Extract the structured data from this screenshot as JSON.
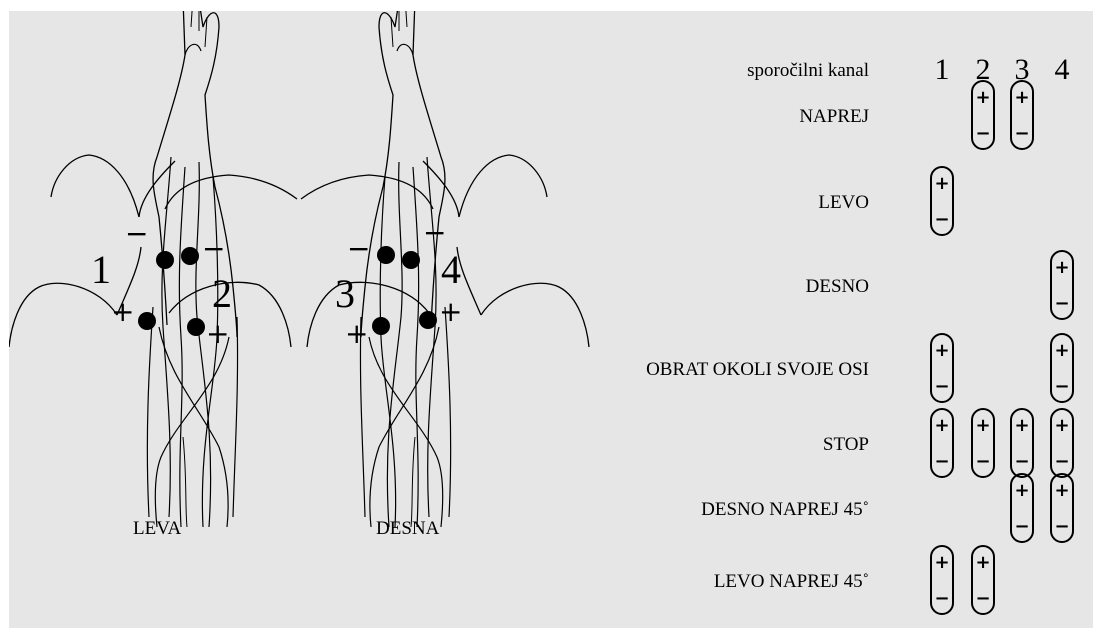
{
  "arms": [
    {
      "id": "leva",
      "label": "LEVA",
      "channels": [
        "1",
        "2"
      ]
    },
    {
      "id": "desna",
      "label": "DESNA",
      "channels": [
        "3",
        "4"
      ]
    }
  ],
  "table": {
    "header_label": "sporočilni kanal",
    "channels": [
      "1",
      "2",
      "3",
      "4"
    ],
    "rows": [
      {
        "label": "NAPREJ",
        "active": [
          false,
          true,
          true,
          false
        ]
      },
      {
        "label": "LEVO",
        "active": [
          true,
          false,
          false,
          false
        ]
      },
      {
        "label": "DESNO",
        "active": [
          false,
          false,
          false,
          true
        ]
      },
      {
        "label": "OBRAT OKOLI SVOJE OSI",
        "active": [
          true,
          false,
          false,
          true
        ]
      },
      {
        "label": "STOP",
        "active": [
          true,
          true,
          true,
          true
        ]
      },
      {
        "label": "DESNO NAPREJ 45˚",
        "active": [
          false,
          false,
          true,
          true
        ]
      },
      {
        "label": "LEVO NAPREJ 45˚",
        "active": [
          true,
          true,
          false,
          false
        ]
      }
    ]
  },
  "symbols": {
    "plus": "+",
    "minus": "−"
  },
  "colors": {
    "background": "#e6e6e6",
    "ink": "#000000"
  }
}
